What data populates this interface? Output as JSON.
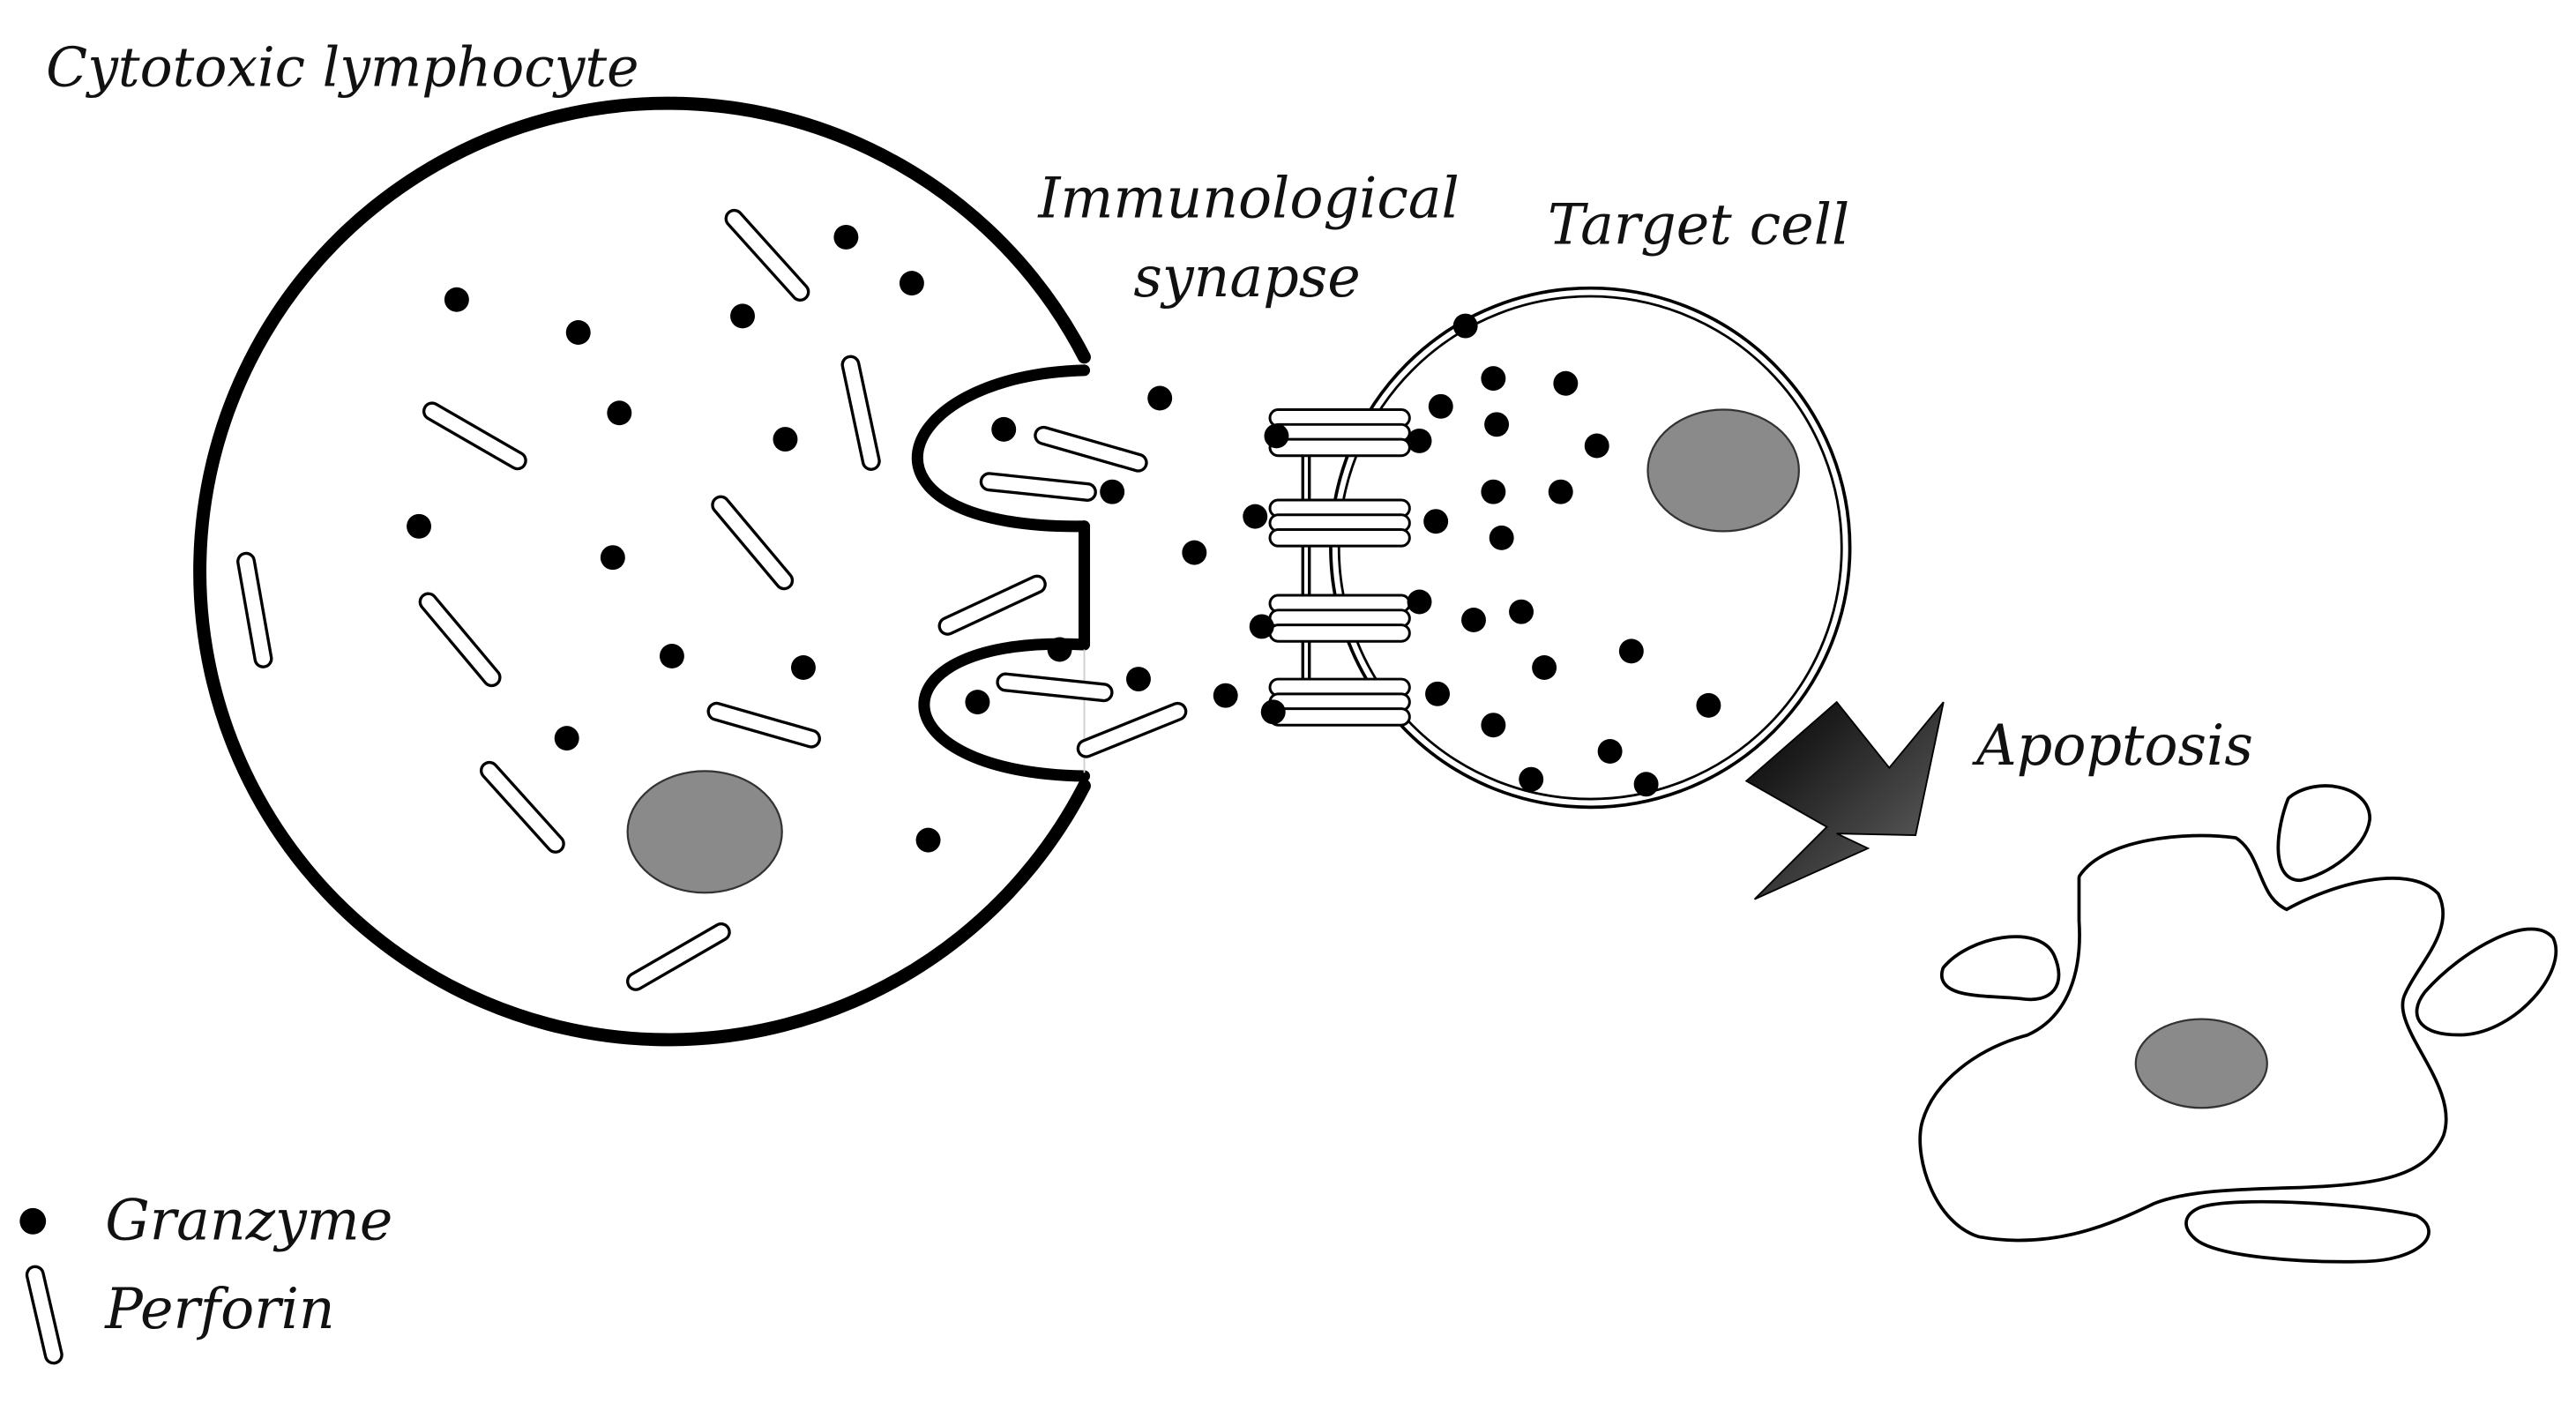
{
  "labels": {
    "cytotoxic_lymphocyte": "Cytotoxic lymphocyte",
    "synapse_line1": "Immunological",
    "synapse_line2": "synapse",
    "target_cell": "Target cell",
    "apoptosis": "Apoptosis"
  },
  "legend": {
    "granzyme": "Granzyme",
    "perforin": "Perforin"
  },
  "colors": {
    "outline": "#000000",
    "nucleus": "#8a8a8a",
    "background": "#ffffff",
    "arrow_dark": "#000000",
    "arrow_light": "#6a6a6a"
  }
}
